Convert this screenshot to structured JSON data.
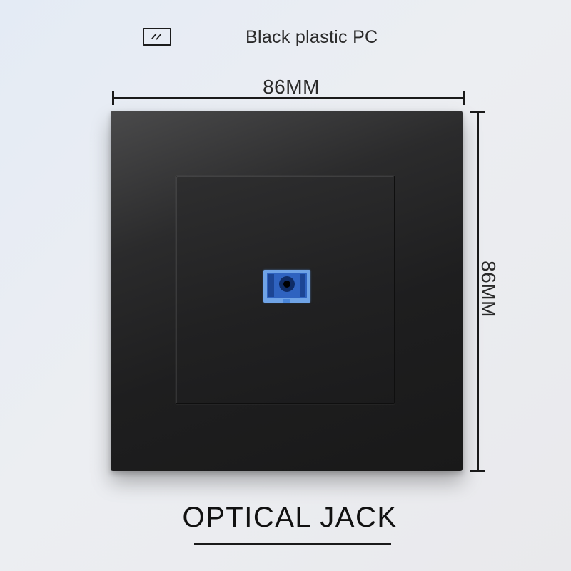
{
  "material": {
    "icon": "surface-finish-icon",
    "label": "Black plastic PC"
  },
  "dimensions": {
    "width_label": "86MM",
    "height_label": "86MM"
  },
  "product": {
    "title": "OPTICAL JACK",
    "panel_color": "#1e1e1f",
    "port_color": "#2f63c0"
  }
}
